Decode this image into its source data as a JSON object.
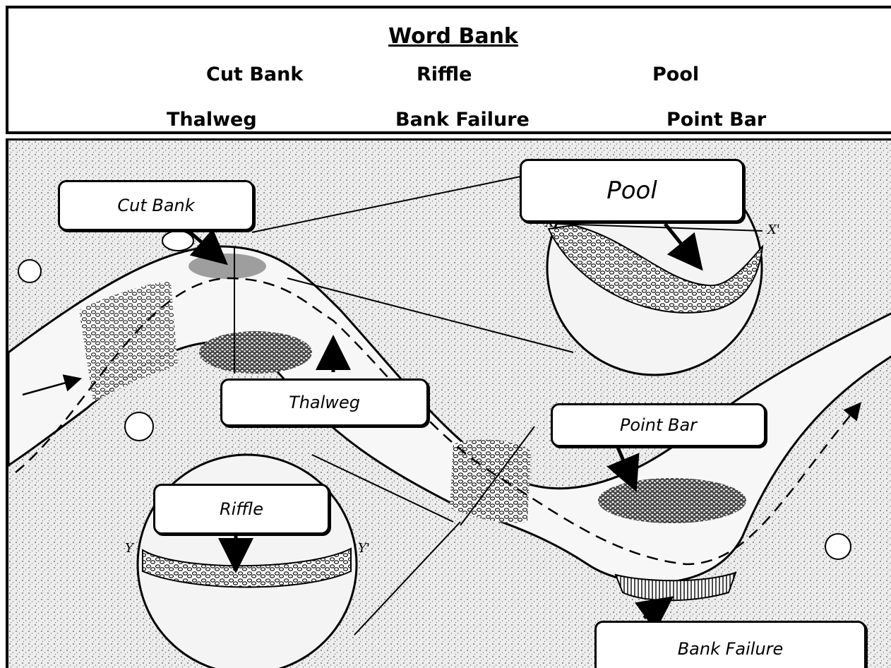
{
  "word_bank": {
    "title": "Word Bank",
    "terms": [
      "Cut Bank",
      "Riffle",
      "Pool",
      "Thalweg",
      "Bank Failure",
      "Point Bar"
    ]
  },
  "diagram": {
    "labels": {
      "cut_bank": "Cut Bank",
      "pool": "Pool",
      "thalweg": "Thalweg",
      "point_bar": "Point Bar",
      "riffle": "Riffle",
      "bank_failure": "Bank Failure"
    },
    "section_markers": {
      "x": "X",
      "x_prime": "X'",
      "y": "Y",
      "y_prime": "Y'"
    }
  }
}
